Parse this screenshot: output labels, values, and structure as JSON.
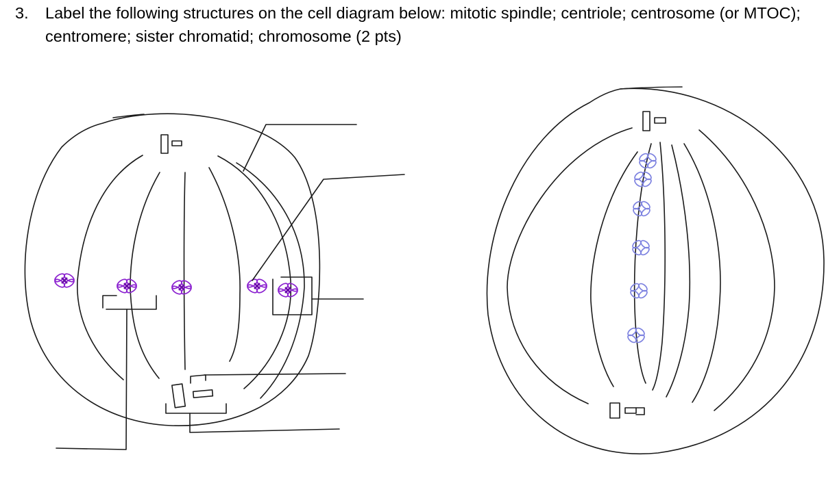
{
  "question": {
    "number": "3.",
    "text": "Label the following structures on the cell diagram below: mitotic spindle; centriole; centrosome (or MTOC); centromere; sister chromatid; chromosome (2 pts)"
  },
  "colors": {
    "ink": "#1a1a1a",
    "chromosome_left": "#8a1fcf",
    "chromosome_right": "#7d82e0"
  },
  "left_cell": {
    "chromosome_count": 5,
    "label_leader_lines": 6
  },
  "right_cell": {
    "chromosome_count": 6
  }
}
